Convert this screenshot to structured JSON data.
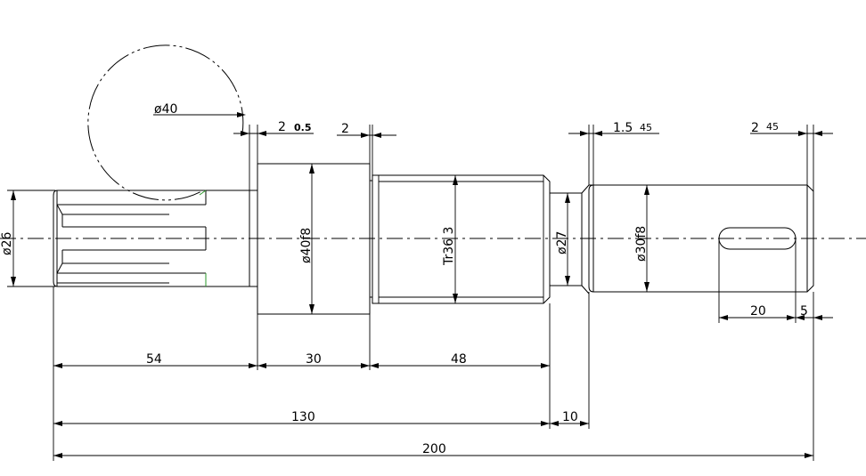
{
  "labels": {
    "d40_circle": "ø40",
    "d26": "ø26",
    "d40f8": "ø40f8",
    "tr36": "Tr36  3",
    "d27": "ø27",
    "d30f8": "ø30f8",
    "chamfer_left_a": "2",
    "chamfer_left_b": "0.5",
    "groove_width": "2",
    "chamfer_right_a": "1.5",
    "chamfer_right_b": "45",
    "chamfer_end_a": "2",
    "chamfer_end_b": "45"
  },
  "dimensions": {
    "len_54": "54",
    "len_30": "30",
    "len_48": "48",
    "len_130": "130",
    "len_10": "10",
    "len_200": "200",
    "key_20": "20",
    "key_5": "5"
  }
}
